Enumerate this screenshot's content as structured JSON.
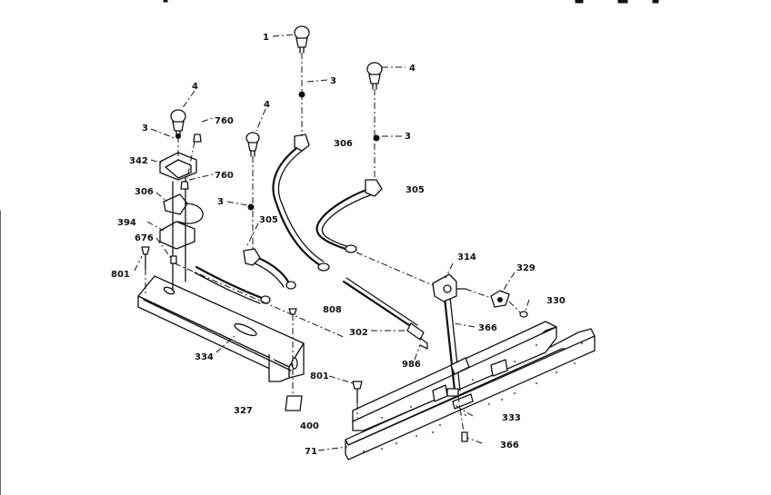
{
  "diagram": {
    "labels": [
      {
        "id": "l1",
        "text": "1"
      },
      {
        "id": "l3a",
        "text": "3"
      },
      {
        "id": "l4a",
        "text": "4"
      },
      {
        "id": "l306a",
        "text": "306"
      },
      {
        "id": "l3b",
        "text": "3"
      },
      {
        "id": "l305a",
        "text": "305"
      },
      {
        "id": "l4b",
        "text": "4"
      },
      {
        "id": "l3c",
        "text": "3"
      },
      {
        "id": "l760a",
        "text": "760"
      },
      {
        "id": "l342",
        "text": "342"
      },
      {
        "id": "l760b",
        "text": "760"
      },
      {
        "id": "l4c",
        "text": "4"
      },
      {
        "id": "l306b",
        "text": "306"
      },
      {
        "id": "l3d",
        "text": "3"
      },
      {
        "id": "l305b",
        "text": "305"
      },
      {
        "id": "l394",
        "text": "394"
      },
      {
        "id": "l676",
        "text": "676"
      },
      {
        "id": "l801a",
        "text": "801"
      },
      {
        "id": "l314",
        "text": "314"
      },
      {
        "id": "l329",
        "text": "329"
      },
      {
        "id": "l330",
        "text": "330"
      },
      {
        "id": "l808",
        "text": "808"
      },
      {
        "id": "l302",
        "text": "302"
      },
      {
        "id": "l366a",
        "text": "366"
      },
      {
        "id": "l334",
        "text": "334"
      },
      {
        "id": "l986",
        "text": "986"
      },
      {
        "id": "l801b",
        "text": "801"
      },
      {
        "id": "l327",
        "text": "327"
      },
      {
        "id": "l400",
        "text": "400"
      },
      {
        "id": "l333",
        "text": "333"
      },
      {
        "id": "l71",
        "text": "71"
      },
      {
        "id": "l366b",
        "text": "366"
      }
    ]
  }
}
